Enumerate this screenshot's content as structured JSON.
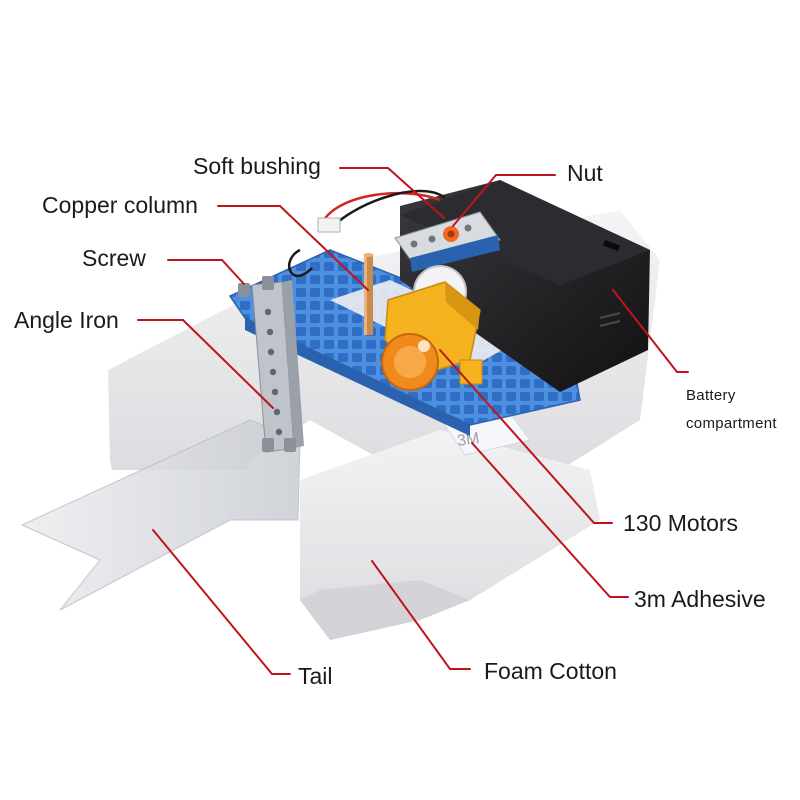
{
  "labels": {
    "soft_bushing": "Soft bushing",
    "nut": "Nut",
    "copper_column": "Copper column",
    "screw": "Screw",
    "angle_iron": "Angle Iron",
    "battery_line1": "Battery",
    "battery_line2": "compartment",
    "motors": "130 Motors",
    "adhesive": "3m Adhesive",
    "foam": "Foam Cotton",
    "tail": "Tail"
  },
  "sticker_text": "3M",
  "colors": {
    "leader_line": "#c0141c",
    "foam": "#e9e9eb",
    "foam_shadow": "#d2d2d6",
    "frame_blue": "#4d8fe0",
    "frame_blue_dark": "#2f6ec4",
    "motor_yellow": "#f3b21e",
    "gear_orange": "#f08a1c",
    "battery_black": "#1d1d1f",
    "wire_red": "#d3261e",
    "metal": "#b9bec4"
  }
}
